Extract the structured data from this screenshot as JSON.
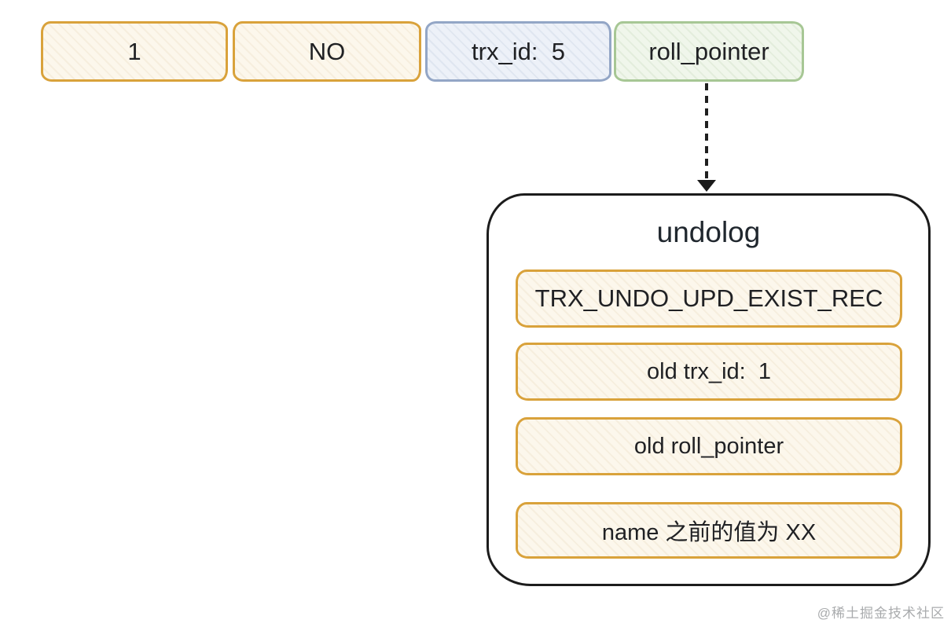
{
  "record_row": {
    "cells": [
      {
        "label": "1",
        "variant": "yellow"
      },
      {
        "label": "NO",
        "variant": "yellow"
      },
      {
        "label": "trx_id:  5",
        "variant": "blue"
      },
      {
        "label": "roll_pointer",
        "variant": "green"
      }
    ]
  },
  "arrow": {
    "type": "dashed-down-arrow",
    "from": "roll_pointer",
    "to": "undolog"
  },
  "undolog": {
    "title": "undolog",
    "entries": [
      "TRX_UNDO_UPD_EXIST_REC",
      "old trx_id:  1",
      "old roll_pointer",
      "name 之前的值为 XX"
    ]
  },
  "watermark": "@稀土掘金技术社区",
  "colors": {
    "yellow_border": "#D9A23B",
    "yellow_fill": "#FCF7EC",
    "blue_border": "#93A6C6",
    "blue_fill": "#EDF1F8",
    "green_border": "#A7C795",
    "green_fill": "#F0F6EB",
    "outline": "#1C1C1C",
    "text": "#202124",
    "watermark": "#A9ABAD"
  }
}
